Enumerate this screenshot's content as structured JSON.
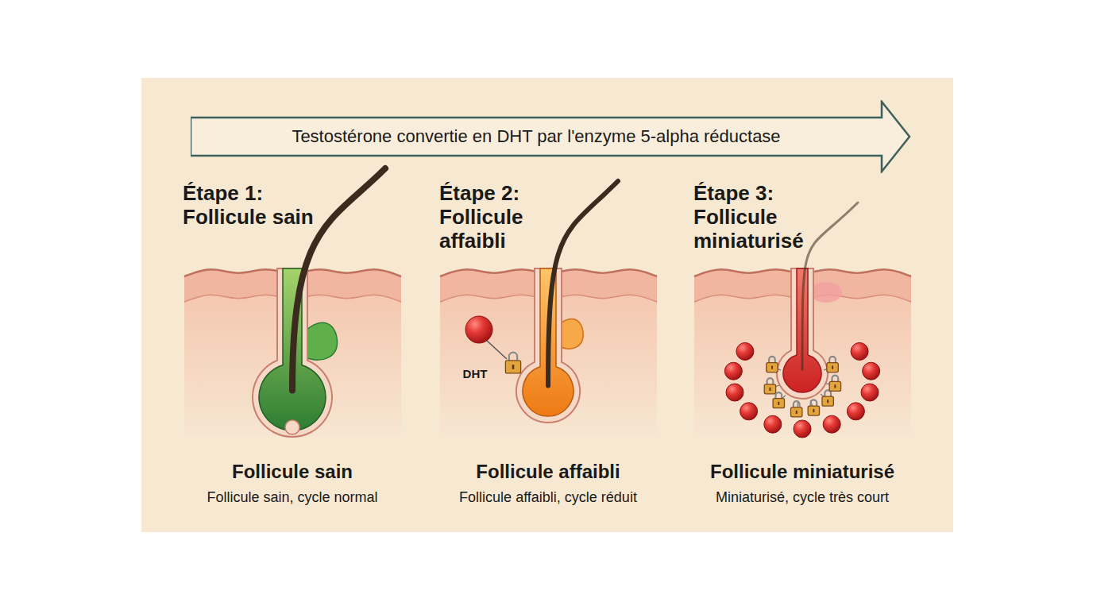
{
  "diagram": {
    "nodes": [
      {
        "text": [
          "Testostérone convertie en DHT par l'enzyme 5-alpha réductase"
        ]
      },
      {
        "text": [
          "Étape 1: Follicule sain",
          "Follicule sain",
          "Follicule sain, cycle normal"
        ]
      },
      {
        "text": [
          "Étape 2: Follicule affaibli",
          "Follicule affaibli",
          "Follicule affaibli, cycle réduit"
        ]
      },
      {
        "text": [
          "Étape 3: Follicule miniaturisé",
          "Follicule miniaturisé",
          "Miniaturisé, cycle très court"
        ]
      }
    ],
    "labels": [
      "DHT"
    ]
  }
}
